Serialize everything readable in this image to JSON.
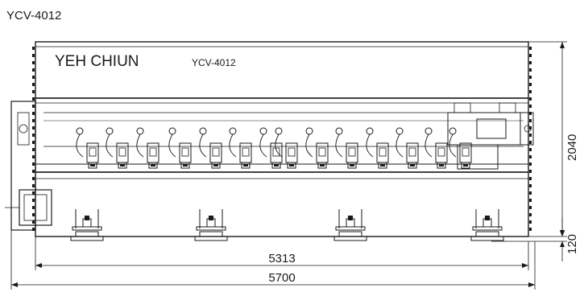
{
  "title": "YCV-4012",
  "brand": "YEH CHIUN",
  "model": "YCV-4012",
  "dimensions": {
    "height": "2040",
    "foot_height": "120",
    "inner_width": "5313",
    "overall_width": "5700"
  },
  "colors": {
    "line": "#1a1a1a",
    "background": "#ffffff"
  }
}
